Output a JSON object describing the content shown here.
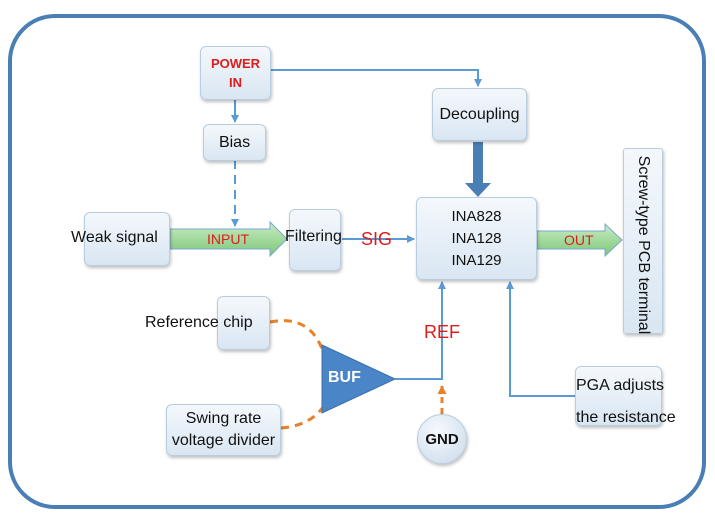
{
  "blocks": {
    "power_in": "POWER\nIN",
    "bias": "Bias",
    "decoupling": "Decoupling",
    "weak_signal": "Weak signal",
    "input": "INPUT",
    "filtering": "Filtering",
    "sig": "SIG",
    "ina_lines": [
      "INA828",
      "INA128",
      "INA129"
    ],
    "out": "OUT",
    "terminal": "Screw-type PCB terminal",
    "reference_chip": "Reference chip",
    "swing_rate": "Swing rate\nvoltage divider",
    "buf": "BUF",
    "ref": "REF",
    "gnd": "GND",
    "pga": "PGA adjusts\nthe resistance"
  },
  "colors": {
    "border": "#4a7fb5",
    "line": "#5b9bd5",
    "orange": "#e8812a",
    "red_text": "#e01b1b",
    "green_arrow": "#8fd18a",
    "buf_fill": "#4a85c8"
  }
}
